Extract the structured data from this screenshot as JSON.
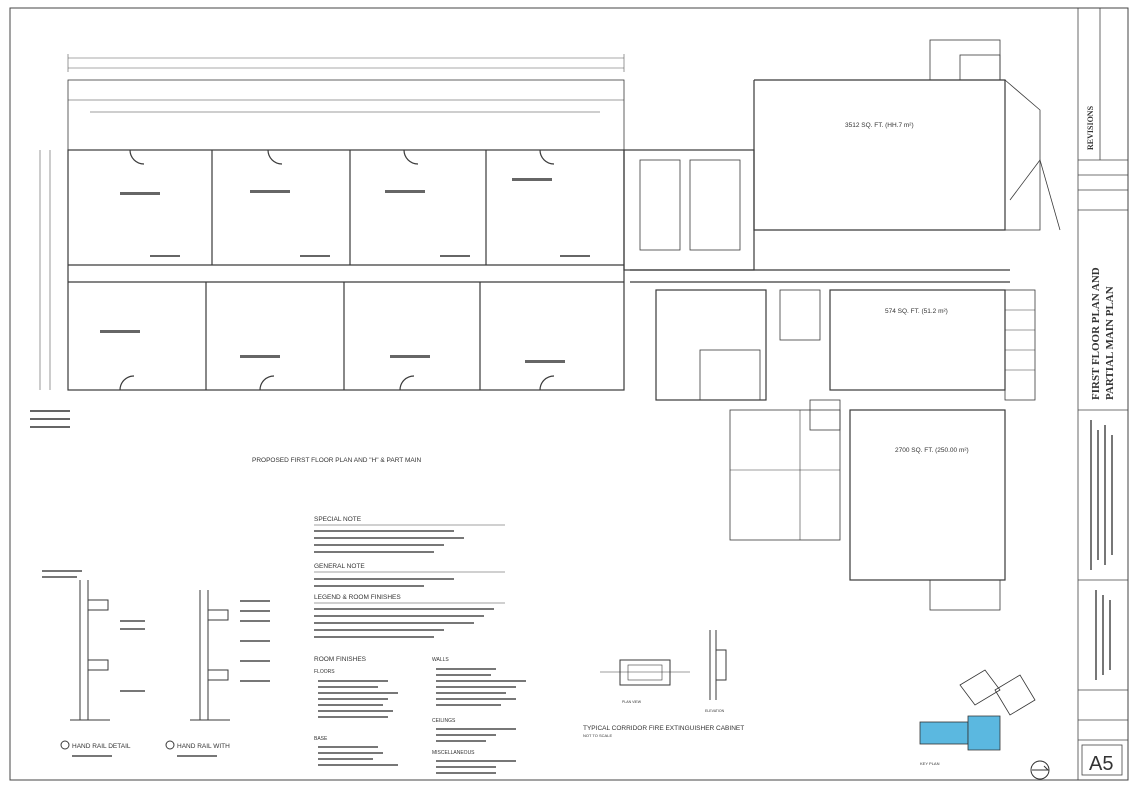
{
  "plan": {
    "area_upper": "3512 SQ. FT. (HH.7 m²)",
    "area_middle": "574 SQ. FT. (51.2 m²)",
    "area_lower": "2700 SQ. FT. (250.00 m²)",
    "caption_main": "PROPOSED FIRST FLOOR PLAN AND \"H\" & PART MAIN"
  },
  "notes": {
    "special_heading": "SPECIAL NOTE",
    "general_heading": "GENERAL NOTE",
    "legend_heading": "LEGEND & ROOM FINISHES",
    "room_finishes_heading": "ROOM FINISHES",
    "floors_heading": "FLOORS",
    "base_heading": "BASE",
    "walls_heading": "WALLS",
    "ceilings_heading": "CEILINGS",
    "misc_heading": "MISCELLANEOUS"
  },
  "details": {
    "handrail_left": "HAND RAIL DETAIL",
    "handrail_right": "HAND RAIL WITH",
    "fire_cabinet": "TYPICAL CORRIDOR FIRE EXTINGUISHER CABINET",
    "fire_cabinet_scale": "NOT TO SCALE",
    "plan_view": "PLAN VIEW",
    "elevation": "ELEVATION",
    "key_plan": "KEY PLAN"
  },
  "title_block": {
    "revisions": "REVISIONS",
    "drawing_title_line1": "FIRST FLOOR PLAN AND",
    "drawing_title_line2": "PARTIAL MAIN PLAN",
    "sheet_number": "A5"
  },
  "colors": {
    "line": "#3a3a3a",
    "key_plan_highlight": "#5bb8e0"
  }
}
